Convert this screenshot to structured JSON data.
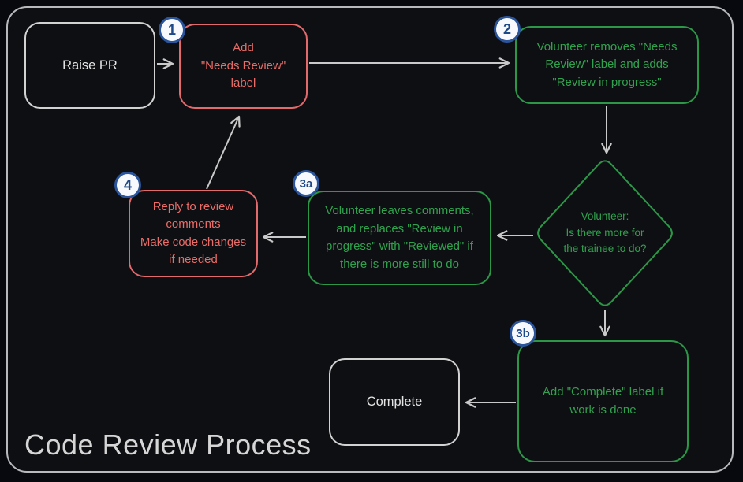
{
  "title": "Code Review Process",
  "colors": {
    "background": "#07090e",
    "canvas": "#0e0f12",
    "frame_border": "#b7babd",
    "red_text": "#ea6c68",
    "red_border": "#e2696c",
    "green_text": "#30a24e",
    "green_border": "#2c9747",
    "neutral_text": "#e4e4e4",
    "neutral_border": "#d2d2d2",
    "arrow": "#c9c9c9",
    "badge_fill": "#f7f9fc",
    "badge_border": "#2a549b",
    "badge_text": "#1d4889",
    "title_color": "#d6d6d6"
  },
  "nodes": {
    "raise_pr": {
      "label": "Raise PR"
    },
    "step1": {
      "badge": "1",
      "text": "Add\n\"Needs Review\"\nlabel"
    },
    "step2": {
      "badge": "2",
      "text": "Volunteer removes \"Needs\nReview\" label and adds\n\"Review in progress\""
    },
    "decision": {
      "text": "Volunteer:\nIs there more for\nthe trainee to do?"
    },
    "step3a": {
      "badge": "3a",
      "text": "Volunteer leaves comments,\nand replaces \"Review in\nprogress\" with \"Reviewed\" if\nthere is more still to do"
    },
    "step4": {
      "badge": "4",
      "text": "Reply to review\ncomments\nMake code changes\nif needed"
    },
    "step3b": {
      "badge": "3b",
      "text": "Add \"Complete\" label if\nwork is done"
    },
    "complete": {
      "label": "Complete"
    }
  }
}
